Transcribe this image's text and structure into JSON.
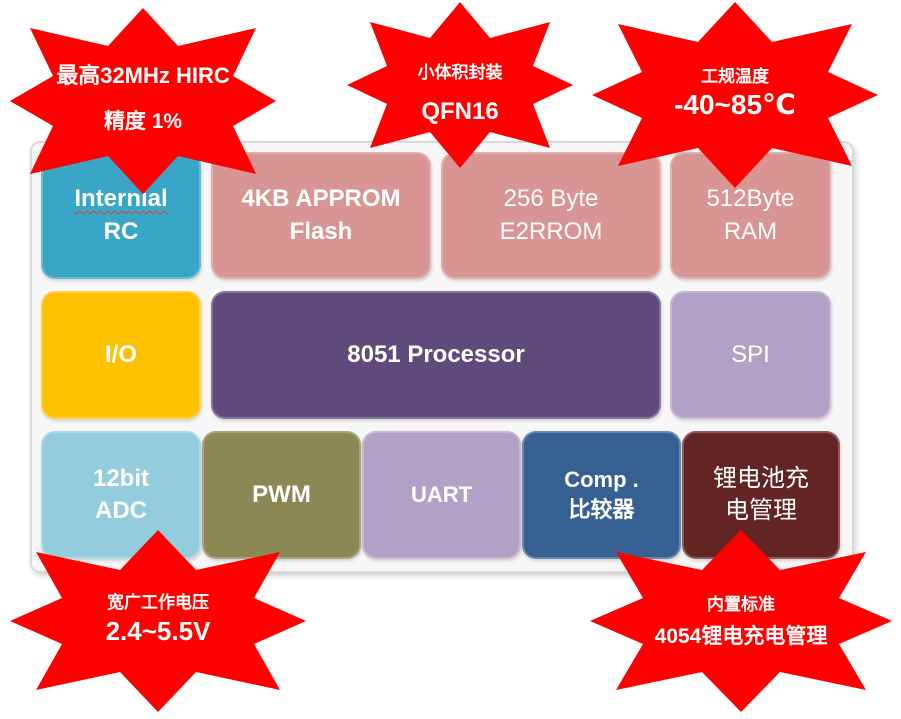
{
  "colors": {
    "teal": "#3aa6c7",
    "pink": "#d99594",
    "gold": "#ffc000",
    "purple": "#604a7b",
    "lavender": "#b2a1c7",
    "lightblue": "#93cddd",
    "olive": "#8c8856",
    "navy": "#376092",
    "maroon": "#632523",
    "burst": "#ff0000"
  },
  "blocks": {
    "internal_rc": {
      "line1": "Internial",
      "line2": "RC"
    },
    "approm": {
      "line1": "4KB APPROM",
      "line2": "Flash"
    },
    "e2rom": {
      "line1": "256 Byte",
      "line2": "E2RROM"
    },
    "ram": {
      "line1": "512Byte",
      "line2": "RAM"
    },
    "io": {
      "line1": "I/O"
    },
    "processor": {
      "line1": "8051 Processor"
    },
    "spi": {
      "line1": "SPI"
    },
    "adc": {
      "line1": "12bit",
      "line2": "ADC"
    },
    "pwm": {
      "line1": "PWM"
    },
    "uart": {
      "line1": "UART"
    },
    "comp": {
      "line1": "Comp .",
      "line2": "比较器"
    },
    "charger": {
      "line1": "锂电池充",
      "line2": "电管理"
    }
  },
  "bursts": {
    "hirc": {
      "line1": "最高32MHz HIRC",
      "line2": "精度 1%"
    },
    "package": {
      "line1": "小体积封装",
      "line2": "QFN16"
    },
    "temp": {
      "line1": "工规温度",
      "line2": "-40~85℃"
    },
    "voltage": {
      "line1": "宽广工作电压",
      "line2": "2.4~5.5V"
    },
    "charge_std": {
      "line1": "内置标准",
      "line2": "4054锂电充电管理"
    }
  }
}
